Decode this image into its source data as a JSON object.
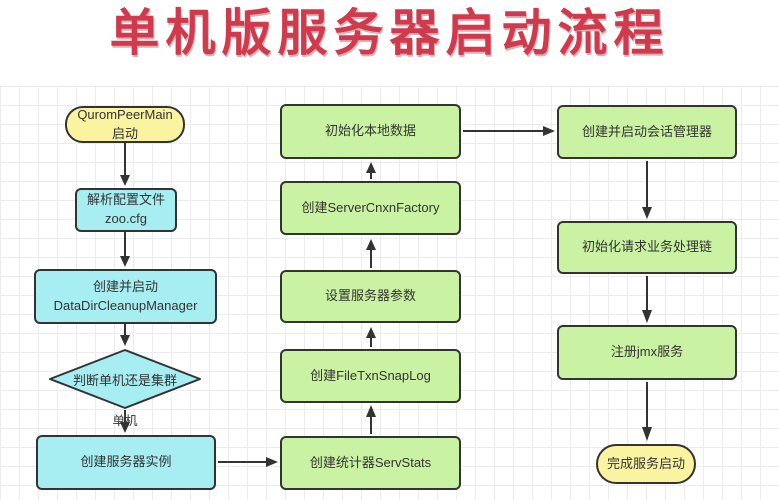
{
  "title": "单机版服务器启动流程",
  "colors": {
    "title_red": "#cf3a4c",
    "start_end_fill": "#faf3a0",
    "left_process_fill": "#a6eef2",
    "right_process_fill": "#c9f3a2",
    "border": "#333333",
    "arrow": "#333333",
    "grid_line": "#ececec"
  },
  "nodes": {
    "start": "QuromPeerMain\n启动",
    "parse_config": "解析配置文件\nzoo.cfg",
    "cleanup_manager": "创建并启动\nDataDirCleanupManager",
    "decision_mode": "判断单机还是集群",
    "create_instance": "创建服务器实例",
    "create_stats": "创建统计器ServStats",
    "create_snaplog": "创建FileTxnSnapLog",
    "set_params": "设置服务器参数",
    "create_cnxn_factory": "创建ServerCnxnFactory",
    "init_local_data": "初始化本地数据",
    "session_manager": "创建并启动会话管理器",
    "request_chain": "初始化请求业务处理链",
    "register_jmx": "注册jmx服务",
    "finish": "完成服务启动"
  },
  "edge_labels": {
    "standalone": "单机"
  }
}
